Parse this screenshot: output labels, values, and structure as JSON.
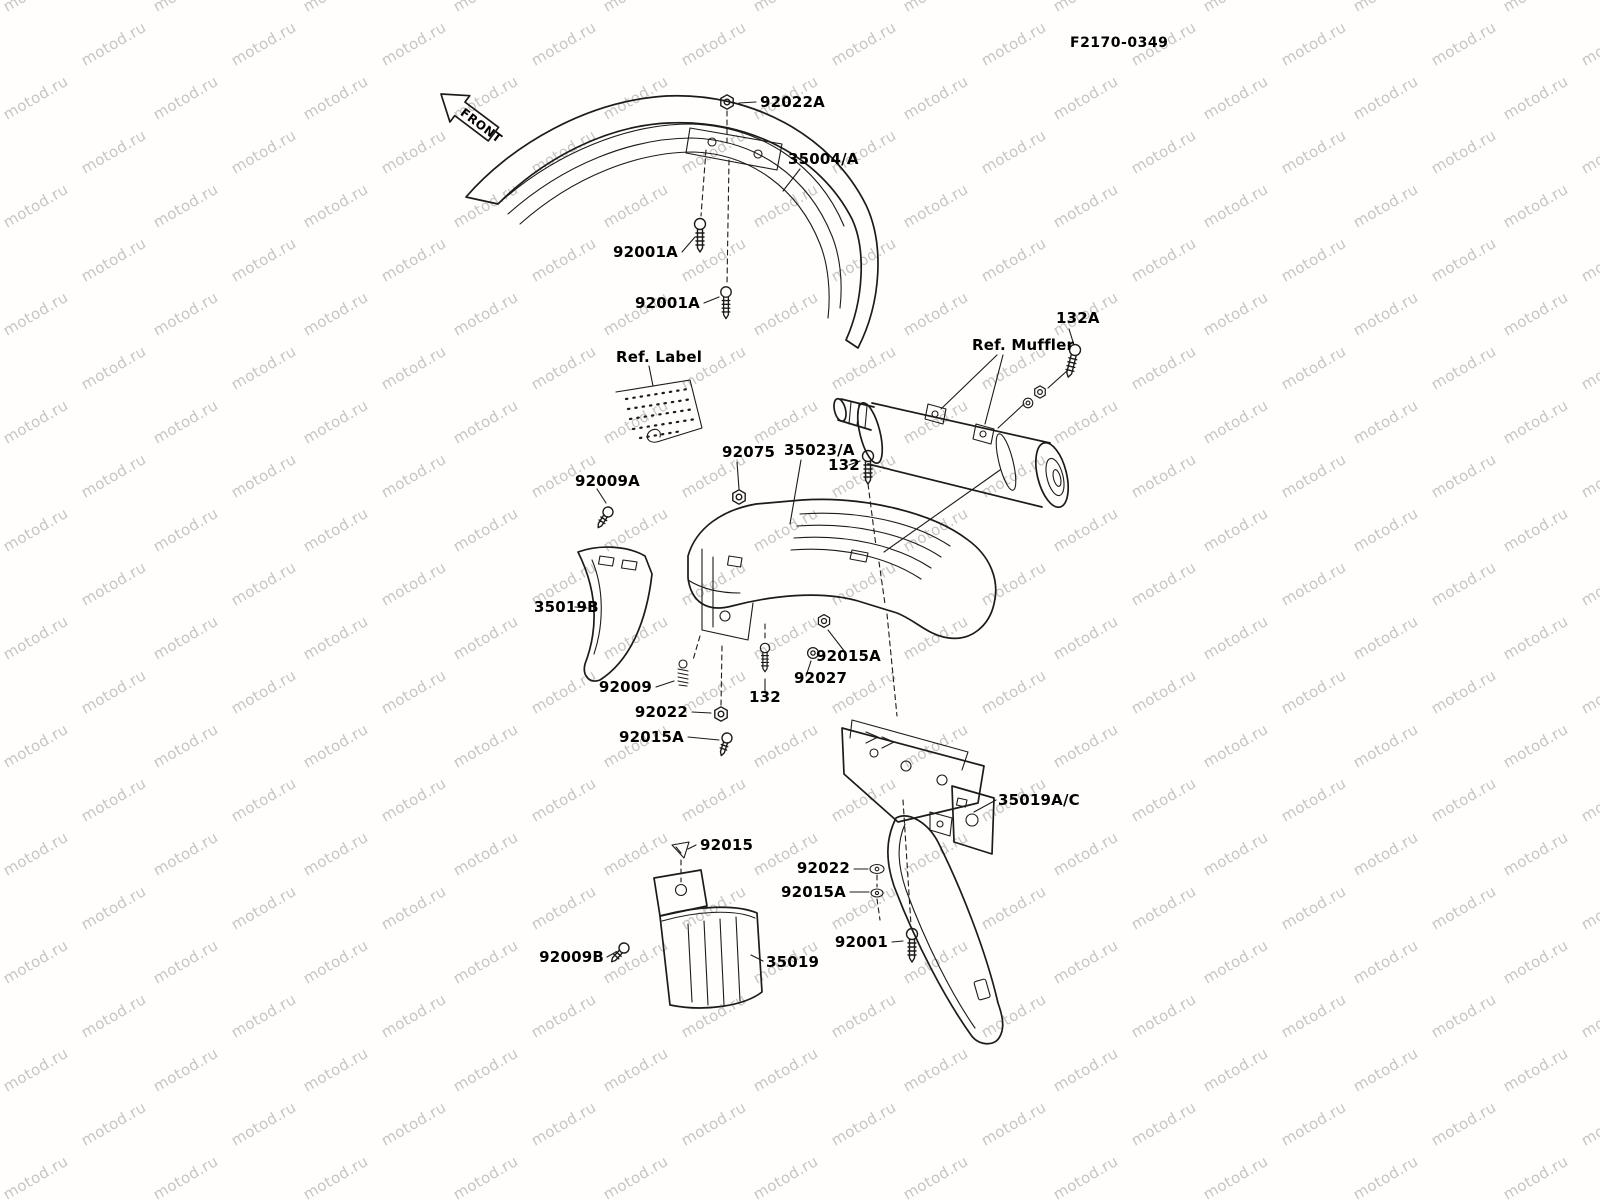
{
  "doc": {
    "figure_code": "F2170-0349",
    "front_arrow": "FRONT"
  },
  "watermark": {
    "text": "motod.ru"
  },
  "parts": {
    "p92022A": "92022A",
    "p35004A": "35004/A",
    "p92001A_upper": "92001A",
    "p92001A_lower": "92001A",
    "ref_label": "Ref. Label",
    "ref_muffler": "Ref. Muffler",
    "p132A": "132A",
    "p92075": "92075",
    "p35023A": "35023/A",
    "p132_upper": "132",
    "p92009A": "92009A",
    "p35019B": "35019B",
    "p92009": "92009",
    "p92022_mid": "92022",
    "p92015A_mid": "92015A",
    "p132_lower": "132",
    "p92027": "92027",
    "p92015A_right": "92015A",
    "p35019AC": "35019A/C",
    "p92015": "92015",
    "p92022_low": "92022",
    "p92015A_low": "92015A",
    "p92001": "92001",
    "p92009B": "92009B",
    "p35019": "35019"
  }
}
